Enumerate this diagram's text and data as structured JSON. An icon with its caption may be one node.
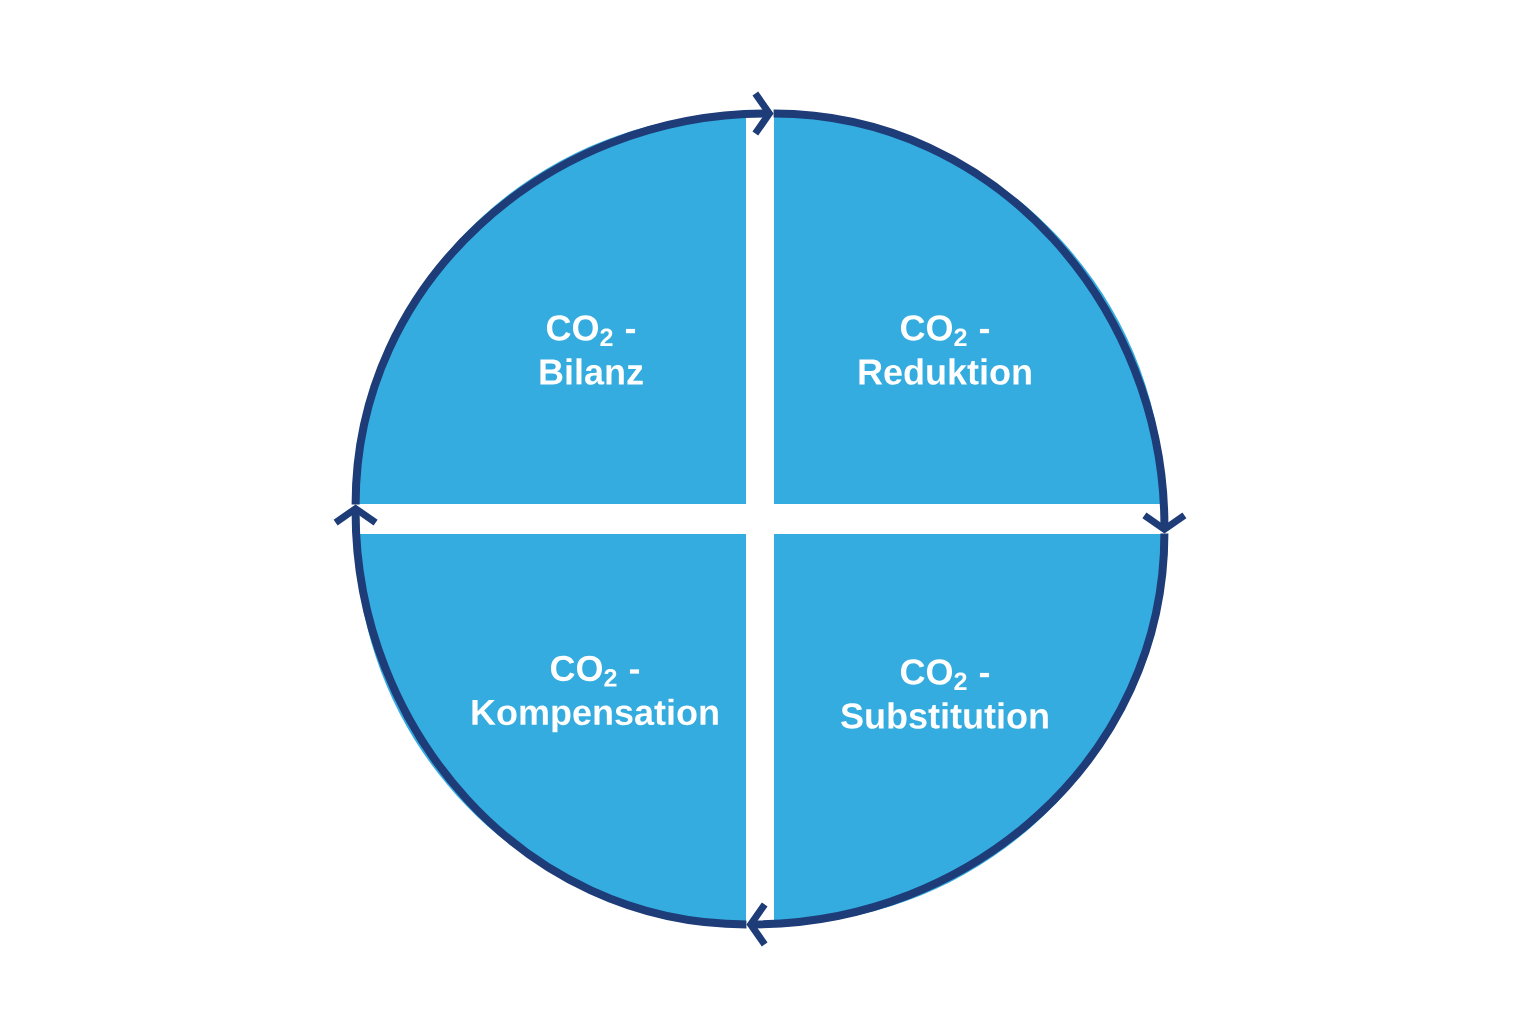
{
  "diagram": {
    "nodes": [
      {
        "text": [
          "CO$_{2}$ - Bilanz"
        ]
      },
      {
        "text": [
          "CO$_{2}$ - Reduktion"
        ]
      },
      {
        "text": [
          "CO$_{2}$ - Kompensation"
        ]
      },
      {
        "text": [
          "CO$_{2}$ - Substitution"
        ]
      }
    ],
    "edges": [
      {
        "from": 0,
        "to": 1,
        "arrow": "to"
      },
      {
        "from": 1,
        "to": 3,
        "arrow": "to"
      },
      {
        "from": 3,
        "to": 2,
        "arrow": "to"
      },
      {
        "from": 2,
        "to": 0,
        "arrow": "to"
      }
    ]
  }
}
